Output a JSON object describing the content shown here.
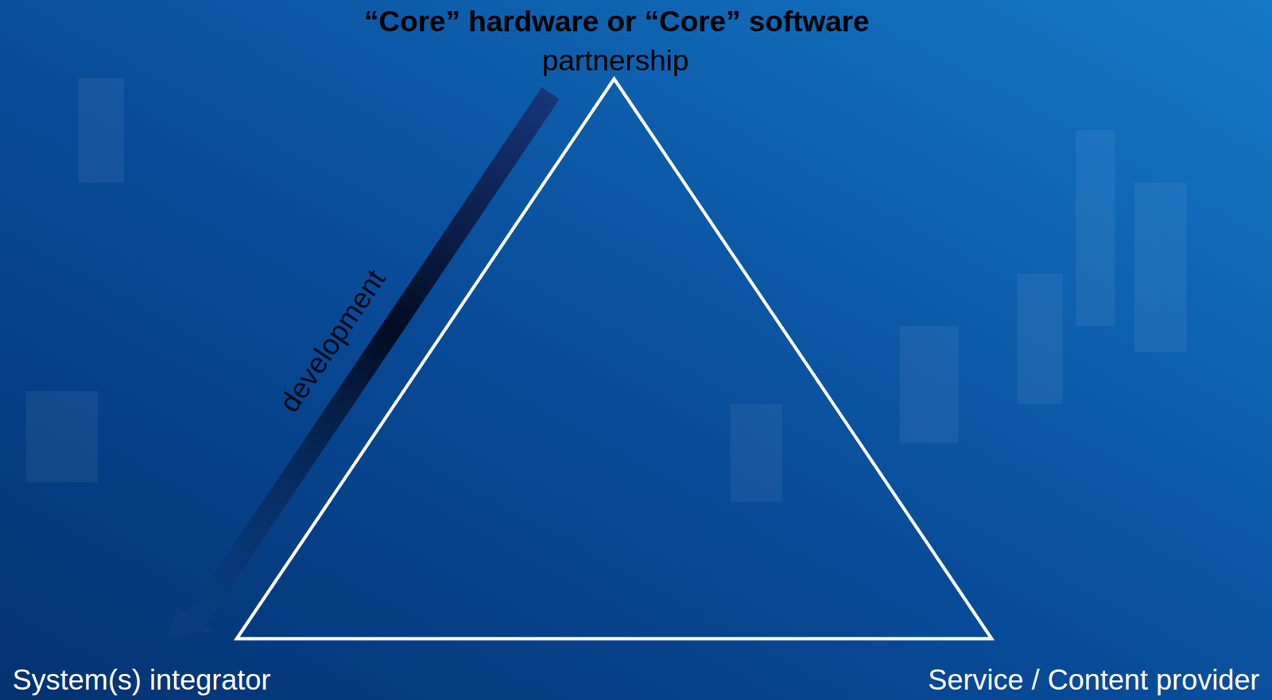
{
  "diagram": {
    "labels": [
      "“Core” hardware or “Core” software",
      "partnership",
      "development",
      "System(s) integrator",
      "Service / Content provider"
    ]
  }
}
